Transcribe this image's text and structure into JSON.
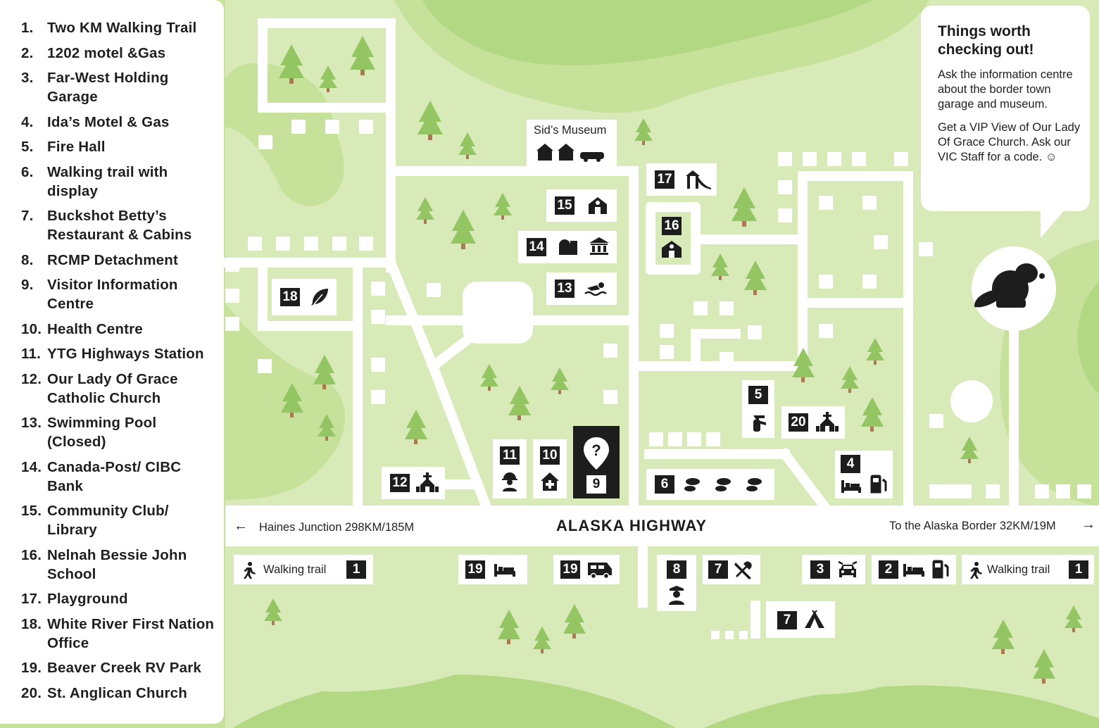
{
  "legend": {
    "items": [
      {
        "num": "1.",
        "label": "Two KM Walking Trail"
      },
      {
        "num": "2.",
        "label": "1202 motel &Gas"
      },
      {
        "num": "3.",
        "label": "Far-West Holding Garage"
      },
      {
        "num": "4.",
        "label": "Ida’s Motel & Gas"
      },
      {
        "num": "5.",
        "label": "Fire Hall"
      },
      {
        "num": "6.",
        "label": "Walking trail with display"
      },
      {
        "num": "7.",
        "label": "Buckshot Betty’s Restaurant & Cabins"
      },
      {
        "num": "8.",
        "label": "RCMP Detachment"
      },
      {
        "num": "9.",
        "label": "Visitor Information Centre"
      },
      {
        "num": "10.",
        "label": "Health Centre"
      },
      {
        "num": "11.",
        "label": "YTG Highways Station"
      },
      {
        "num": "12.",
        "label": "Our Lady Of Grace Catholic Church"
      },
      {
        "num": "13.",
        "label": "Swimming Pool (Closed)"
      },
      {
        "num": "14.",
        "label": "Canada-Post/ CIBC Bank"
      },
      {
        "num": "15.",
        "label": "Community Club/ Library"
      },
      {
        "num": "16.",
        "label": "Nelnah Bessie John School"
      },
      {
        "num": "17.",
        "label": "Playground"
      },
      {
        "num": "18.",
        "label": "White River First Nation Office"
      },
      {
        "num": "19.",
        "label": "Beaver Creek RV Park"
      },
      {
        "num": "20.",
        "label": "St. Anglican Church"
      }
    ]
  },
  "info": {
    "title": "Things worth checking out!",
    "para1": "Ask the information centre about the border town garage and museum.",
    "para2": "Get a VIP View of Our Lady Of Grace Church. Ask our VIC Staff for a code. ☺"
  },
  "highway": {
    "name": "ALASKA HIGHWAY",
    "left": "Haines Junction 298KM/185M",
    "right": "To the Alaska Border 32KM/19M",
    "left_arrow": "←",
    "right_arrow": "→"
  },
  "museum": {
    "label": "Sid’s Museum"
  },
  "walking_trail": {
    "label": "Walking trail"
  },
  "markers": {
    "m1a": "1",
    "m1b": "1",
    "m2": "2",
    "m3": "3",
    "m4": "4",
    "m5": "5",
    "m6": "6",
    "m7a": "7",
    "m7b": "7",
    "m8": "8",
    "m9": "9",
    "m10": "10",
    "m11": "11",
    "m12": "12",
    "m13": "13",
    "m14": "14",
    "m15": "15",
    "m16": "16",
    "m17": "17",
    "m18": "18",
    "m19a": "19",
    "m19b": "19",
    "m20": "20"
  },
  "colors": {
    "bg_light": "#d7eab8",
    "bg_mid": "#c6e29a",
    "bg_dark": "#a9d27a",
    "road": "#ffffff",
    "tree": "#93c562",
    "badge": "#1d1d1d"
  },
  "icons": {
    "trail": "walking-person-icon",
    "bed": "bed-icon",
    "gas": "gas-pump-icon",
    "car": "car-icon",
    "fork": "fork-knife-icon",
    "tent": "tent-icon",
    "police": "police-officer-icon",
    "rv": "rv-icon",
    "church": "church-icon",
    "health": "medical-house-icon",
    "worker": "worker-icon",
    "pool": "swimmer-icon",
    "mail": "mailbox-icon",
    "bank": "bank-icon",
    "library": "library-icon",
    "school": "school-icon",
    "playground": "slide-icon",
    "feather": "feather-icon",
    "fire": "fire-extinguisher-icon",
    "footprints": "footprints-icon",
    "info": "info-pin-icon",
    "beaver": "beaver-icon"
  }
}
